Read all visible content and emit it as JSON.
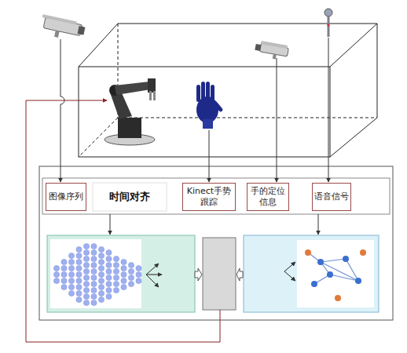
{
  "diagram": {
    "nodes": [
      {
        "text": [
          "图像序列"
        ]
      },
      {
        "text": [
          "Kinect手势跟踪"
        ]
      },
      {
        "text": [
          "手的定位信息"
        ]
      },
      {
        "text": [
          "语音信号"
        ]
      }
    ],
    "labels": [
      "时间对齐"
    ]
  }
}
